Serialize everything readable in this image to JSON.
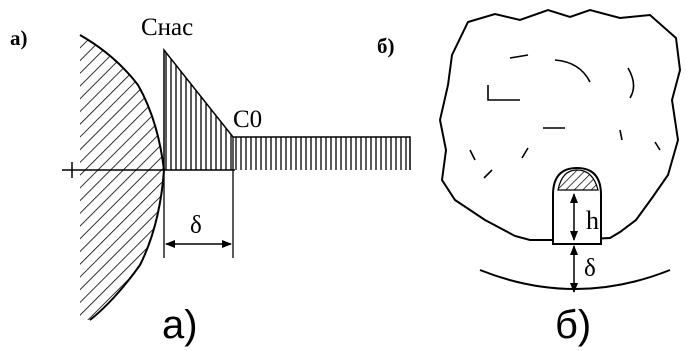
{
  "panel_a": {
    "corner_label": "а)",
    "c_sat_label": "Cнас",
    "c0_label": "C0",
    "delta_label": "δ",
    "caption": "а)"
  },
  "panel_b": {
    "corner_label": "б)",
    "h_label": "h",
    "delta_label": "δ",
    "caption": "б)"
  }
}
